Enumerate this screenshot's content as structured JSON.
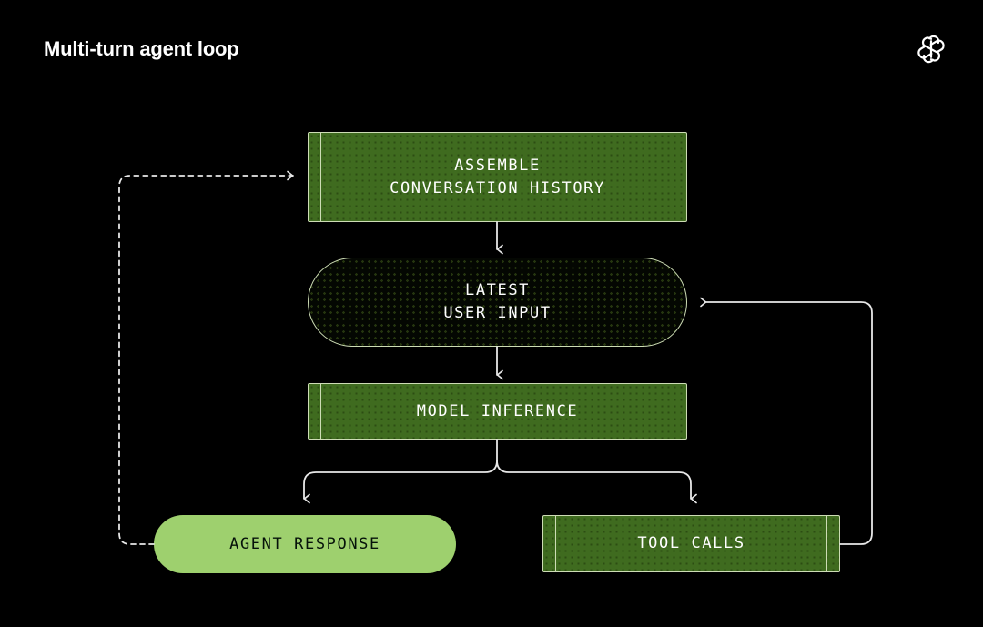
{
  "header": {
    "title": "Multi-turn agent loop",
    "logo_icon": "openai-logo-icon"
  },
  "colors": {
    "background": "#000000",
    "node_fill_green": "#3f6b1f",
    "node_fill_green_dots": "#2c4d13",
    "node_border_light": "#cddcb5",
    "pill_solid_green": "#9ed06e",
    "pill_outline_fill": "#040702",
    "connector_line": "#e8e8e8",
    "text_light": "#ffffff",
    "text_dark": "#06120a"
  },
  "diagram": {
    "type": "flowchart",
    "title": "Multi-turn agent loop",
    "nodes": [
      {
        "id": "assemble",
        "label": "ASSEMBLE\nCONVERSATION HISTORY",
        "shape": "rect-capped",
        "fill": "dark-green"
      },
      {
        "id": "latest_input",
        "label": "LATEST\nUSER INPUT",
        "shape": "stadium-outline",
        "fill": "black"
      },
      {
        "id": "model_inference",
        "label": "MODEL INFERENCE",
        "shape": "rect-capped",
        "fill": "dark-green"
      },
      {
        "id": "agent_response",
        "label": "AGENT RESPONSE",
        "shape": "stadium-solid",
        "fill": "light-green"
      },
      {
        "id": "tool_calls",
        "label": "TOOL CALLS",
        "shape": "rect-capped",
        "fill": "dark-green"
      }
    ],
    "edges": [
      {
        "id": "e1",
        "from": "assemble",
        "to": "latest_input",
        "style": "solid",
        "direction": "down"
      },
      {
        "id": "e2",
        "from": "latest_input",
        "to": "model_inference",
        "style": "solid",
        "direction": "down"
      },
      {
        "id": "e3",
        "from": "model_inference",
        "to": "agent_response",
        "style": "solid",
        "direction": "fork-left-down"
      },
      {
        "id": "e4",
        "from": "model_inference",
        "to": "tool_calls",
        "style": "solid",
        "direction": "fork-right-down"
      },
      {
        "id": "e5",
        "from": "tool_calls",
        "to": "latest_input",
        "style": "solid",
        "direction": "right-up-left"
      },
      {
        "id": "e6",
        "from": "agent_response",
        "to": "assemble",
        "style": "dashed",
        "direction": "left-up-right"
      }
    ]
  }
}
